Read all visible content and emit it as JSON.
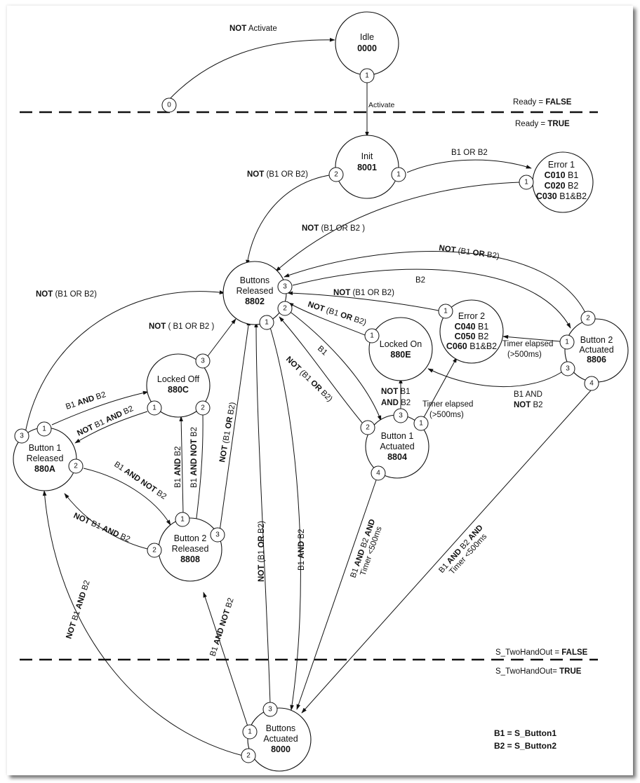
{
  "diagram": {
    "type": "state-machine",
    "states": [
      {
        "id": "idle",
        "name": "Idle",
        "code": "0000"
      },
      {
        "id": "init",
        "name": "Init",
        "code": "8001"
      },
      {
        "id": "error1",
        "name": "Error 1",
        "codes": [
          {
            "code": "C010",
            "text": "B1"
          },
          {
            "code": "C020",
            "text": "B2"
          },
          {
            "code": "C030",
            "text": "B1&B2"
          }
        ]
      },
      {
        "id": "released",
        "name_l1": "Buttons",
        "name_l2": "Released",
        "code": "8802"
      },
      {
        "id": "lockedoff",
        "name": "Locked Off",
        "code": "880C"
      },
      {
        "id": "lockedon",
        "name": "Locked On",
        "code": "880E"
      },
      {
        "id": "error2",
        "name": "Error 2",
        "codes": [
          {
            "code": "C040",
            "text": "B1"
          },
          {
            "code": "C050",
            "text": "B2"
          },
          {
            "code": "C060",
            "text": "B1&B2"
          }
        ]
      },
      {
        "id": "b2act",
        "name_l1": "Button 2",
        "name_l2": "Actuated",
        "code": "8806"
      },
      {
        "id": "b1rel",
        "name_l1": "Button 1",
        "name_l2": "Released",
        "code": "880A"
      },
      {
        "id": "b1act",
        "name_l1": "Button 1",
        "name_l2": "Actuated",
        "code": "8804"
      },
      {
        "id": "b2rel",
        "name_l1": "Button 2",
        "name_l2": "Released",
        "code": "8808"
      },
      {
        "id": "actuated",
        "name_l1": "Buttons",
        "name_l2": "Actuated",
        "code": "8000"
      }
    ],
    "ports": [
      "0",
      "1",
      "2",
      "3",
      "4"
    ],
    "transitions": {
      "not_activate": {
        "bold": "NOT",
        "rest": " Activate"
      },
      "activate": "Activate",
      "init_to_error1": "B1 OR B2",
      "init_to_released": {
        "bold": "NOT",
        "rest": " (B1 OR B2)"
      },
      "error1_to_released": {
        "bold": "NOT",
        "rest": " (B1 OR B2 )"
      },
      "b2act_to_released": {
        "bold": "NOT",
        "rest1": " (B1 ",
        "bold2": "OR",
        "rest2": " B2)"
      },
      "released_to_b2act": "B2",
      "error2_to_released": {
        "bold": "NOT",
        "rest": " (B1 OR B2)"
      },
      "lockedon_to_released": {
        "bold": "NOT",
        "rest1": " (B1 ",
        "bold2": "OR",
        "rest2": " B2)"
      },
      "b1rel_to_released": {
        "bold": "NOT",
        "rest": " (B1 OR B2)"
      },
      "lockedoff_to_released": {
        "bold": "NOT",
        "rest": " ( B1 OR B2  )"
      },
      "b1rel_to_lockedoff": {
        "pre": "B1 ",
        "bold": "AND",
        "post": " B2"
      },
      "lockedoff_to_b1rel": {
        "bold": "NOT",
        "mid": " B1 ",
        "bold2": "AND",
        "post": " B2"
      },
      "b1rel_to_b2rel": {
        "pre": "B1 ",
        "bold": "AND NOT",
        "post": " B2"
      },
      "b2rel_to_b1rel": {
        "bold": "NOT",
        "mid": " B1 ",
        "bold2": "AND",
        "post": " B2"
      },
      "b2rel_to_lockedoff": {
        "pre": "B1 ",
        "bold": "AND",
        "post": " B2"
      },
      "lockedoff_to_b2rel": {
        "pre": "B1 ",
        "bold": "AND NOT",
        "post": " B2"
      },
      "b2rel_to_released": {
        "bold": "NOT",
        "rest1": " (B1 ",
        "bold2": "OR",
        "rest2": " B2)"
      },
      "released_to_b1act": "B1",
      "b1act_to_released": {
        "bold": "NOT",
        "rest1": " (B1 ",
        "bold2": "OR",
        "rest2": " B2)"
      },
      "b1act_to_lockedon": {
        "l1_bold": "NOT",
        "l1_rest": " B1",
        "l2_bold": "AND",
        "l2_rest": " B2"
      },
      "b1act_to_error2": {
        "l1": "Timer elapsed",
        "l2": "(>500ms)"
      },
      "b2act_to_error2": {
        "l1": "Timer elapsed",
        "l2": "(>500ms)"
      },
      "b2act_to_lockedon": {
        "l1": "B1 AND",
        "l2_bold": "NOT",
        "l2_rest": " B2"
      },
      "actuated_to_released": {
        "bold": "NOT",
        "rest1": " (B1 ",
        "bold2": "OR",
        "rest2": " B2)"
      },
      "released_to_actuated": {
        "pre": "B1 ",
        "bold": "AND",
        "post": " B2"
      },
      "b1act_to_actuated": {
        "pre": "B1 ",
        "bold": "AND",
        "mid": " B2  ",
        "bold2": "AND",
        "l2": "Timer <500ms"
      },
      "b2act_to_actuated": {
        "pre": "B1 ",
        "bold": "AND",
        "mid": " B2  ",
        "bold2": "AND",
        "l2": "Timer <500ms"
      },
      "actuated_to_b2rel": {
        "pre": "B1 ",
        "bold": "AND NOT",
        "post": " B2"
      },
      "actuated_to_b1rel": {
        "bold": "NOT",
        "mid": " B1 ",
        "bold2": "AND",
        "post": " B2"
      }
    },
    "zones": {
      "ready_false": {
        "pre": "Ready = ",
        "bold": "FALSE"
      },
      "ready_true": {
        "pre": "Ready = ",
        "bold": "TRUE"
      },
      "out_false": {
        "pre": "S_TwoHandOut = ",
        "bold": "FALSE"
      },
      "out_true": {
        "pre": "S_TwoHandOut= ",
        "bold": "TRUE"
      }
    },
    "legend": [
      "B1 = S_Button1",
      "B2 = S_Button2"
    ]
  }
}
